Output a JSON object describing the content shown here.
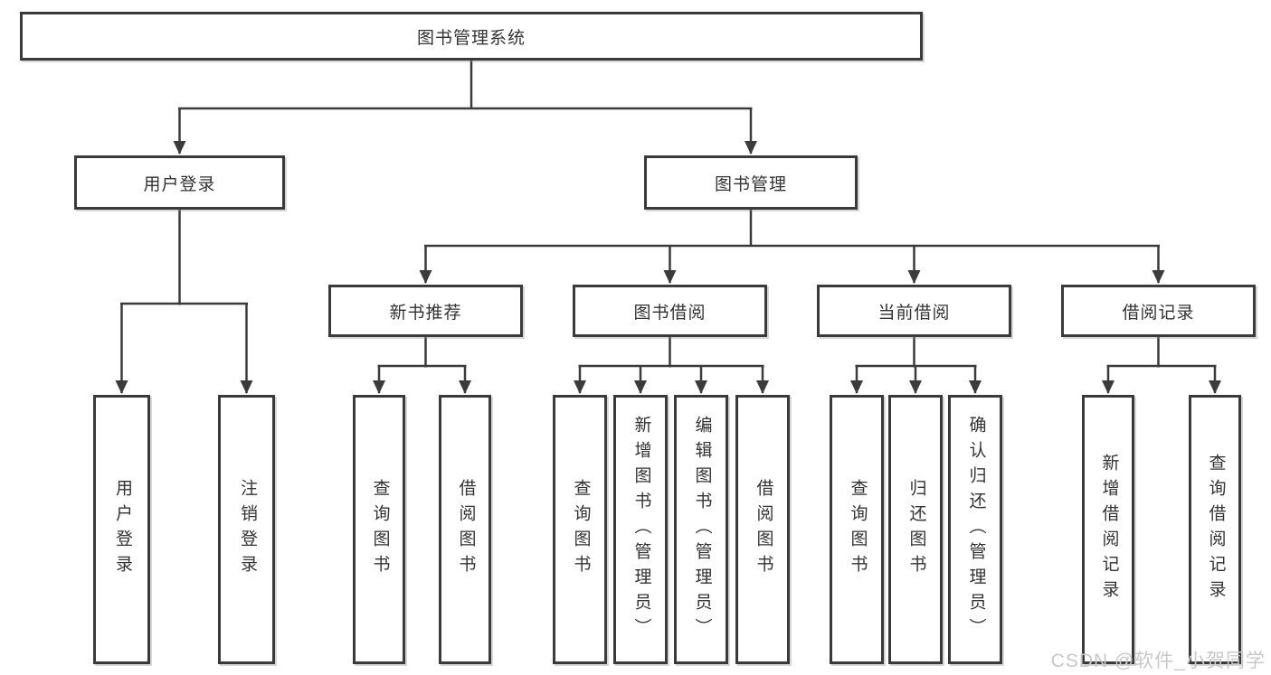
{
  "nodes": {
    "root": {
      "label": "图书管理系统"
    },
    "level2": [
      {
        "label": "用户登录"
      },
      {
        "label": "图书管理"
      }
    ],
    "level3": [
      {
        "label": "新书推荐"
      },
      {
        "label": "图书借阅"
      },
      {
        "label": "当前借阅"
      },
      {
        "label": "借阅记录"
      }
    ],
    "leaves": [
      {
        "label": "用户登录"
      },
      {
        "label": "注销登录"
      },
      {
        "label": "查询图书"
      },
      {
        "label": "借阅图书"
      },
      {
        "label": "查询图书"
      },
      {
        "label": "新增图书（管理员）"
      },
      {
        "label": "编辑图书（管理员）"
      },
      {
        "label": "借阅图书"
      },
      {
        "label": "查询图书"
      },
      {
        "label": "归还图书"
      },
      {
        "label": "确认归还（管理员）"
      },
      {
        "label": "新增借阅记录"
      },
      {
        "label": "查询借阅记录"
      }
    ]
  },
  "watermark": {
    "text": "CSDN @软件_小贺同学"
  },
  "colors": {
    "line": "#3b3b3b",
    "box_border": "#3a3a3a",
    "text": "#333333",
    "watermark": "#c8c8c8",
    "background": "#ffffff"
  }
}
